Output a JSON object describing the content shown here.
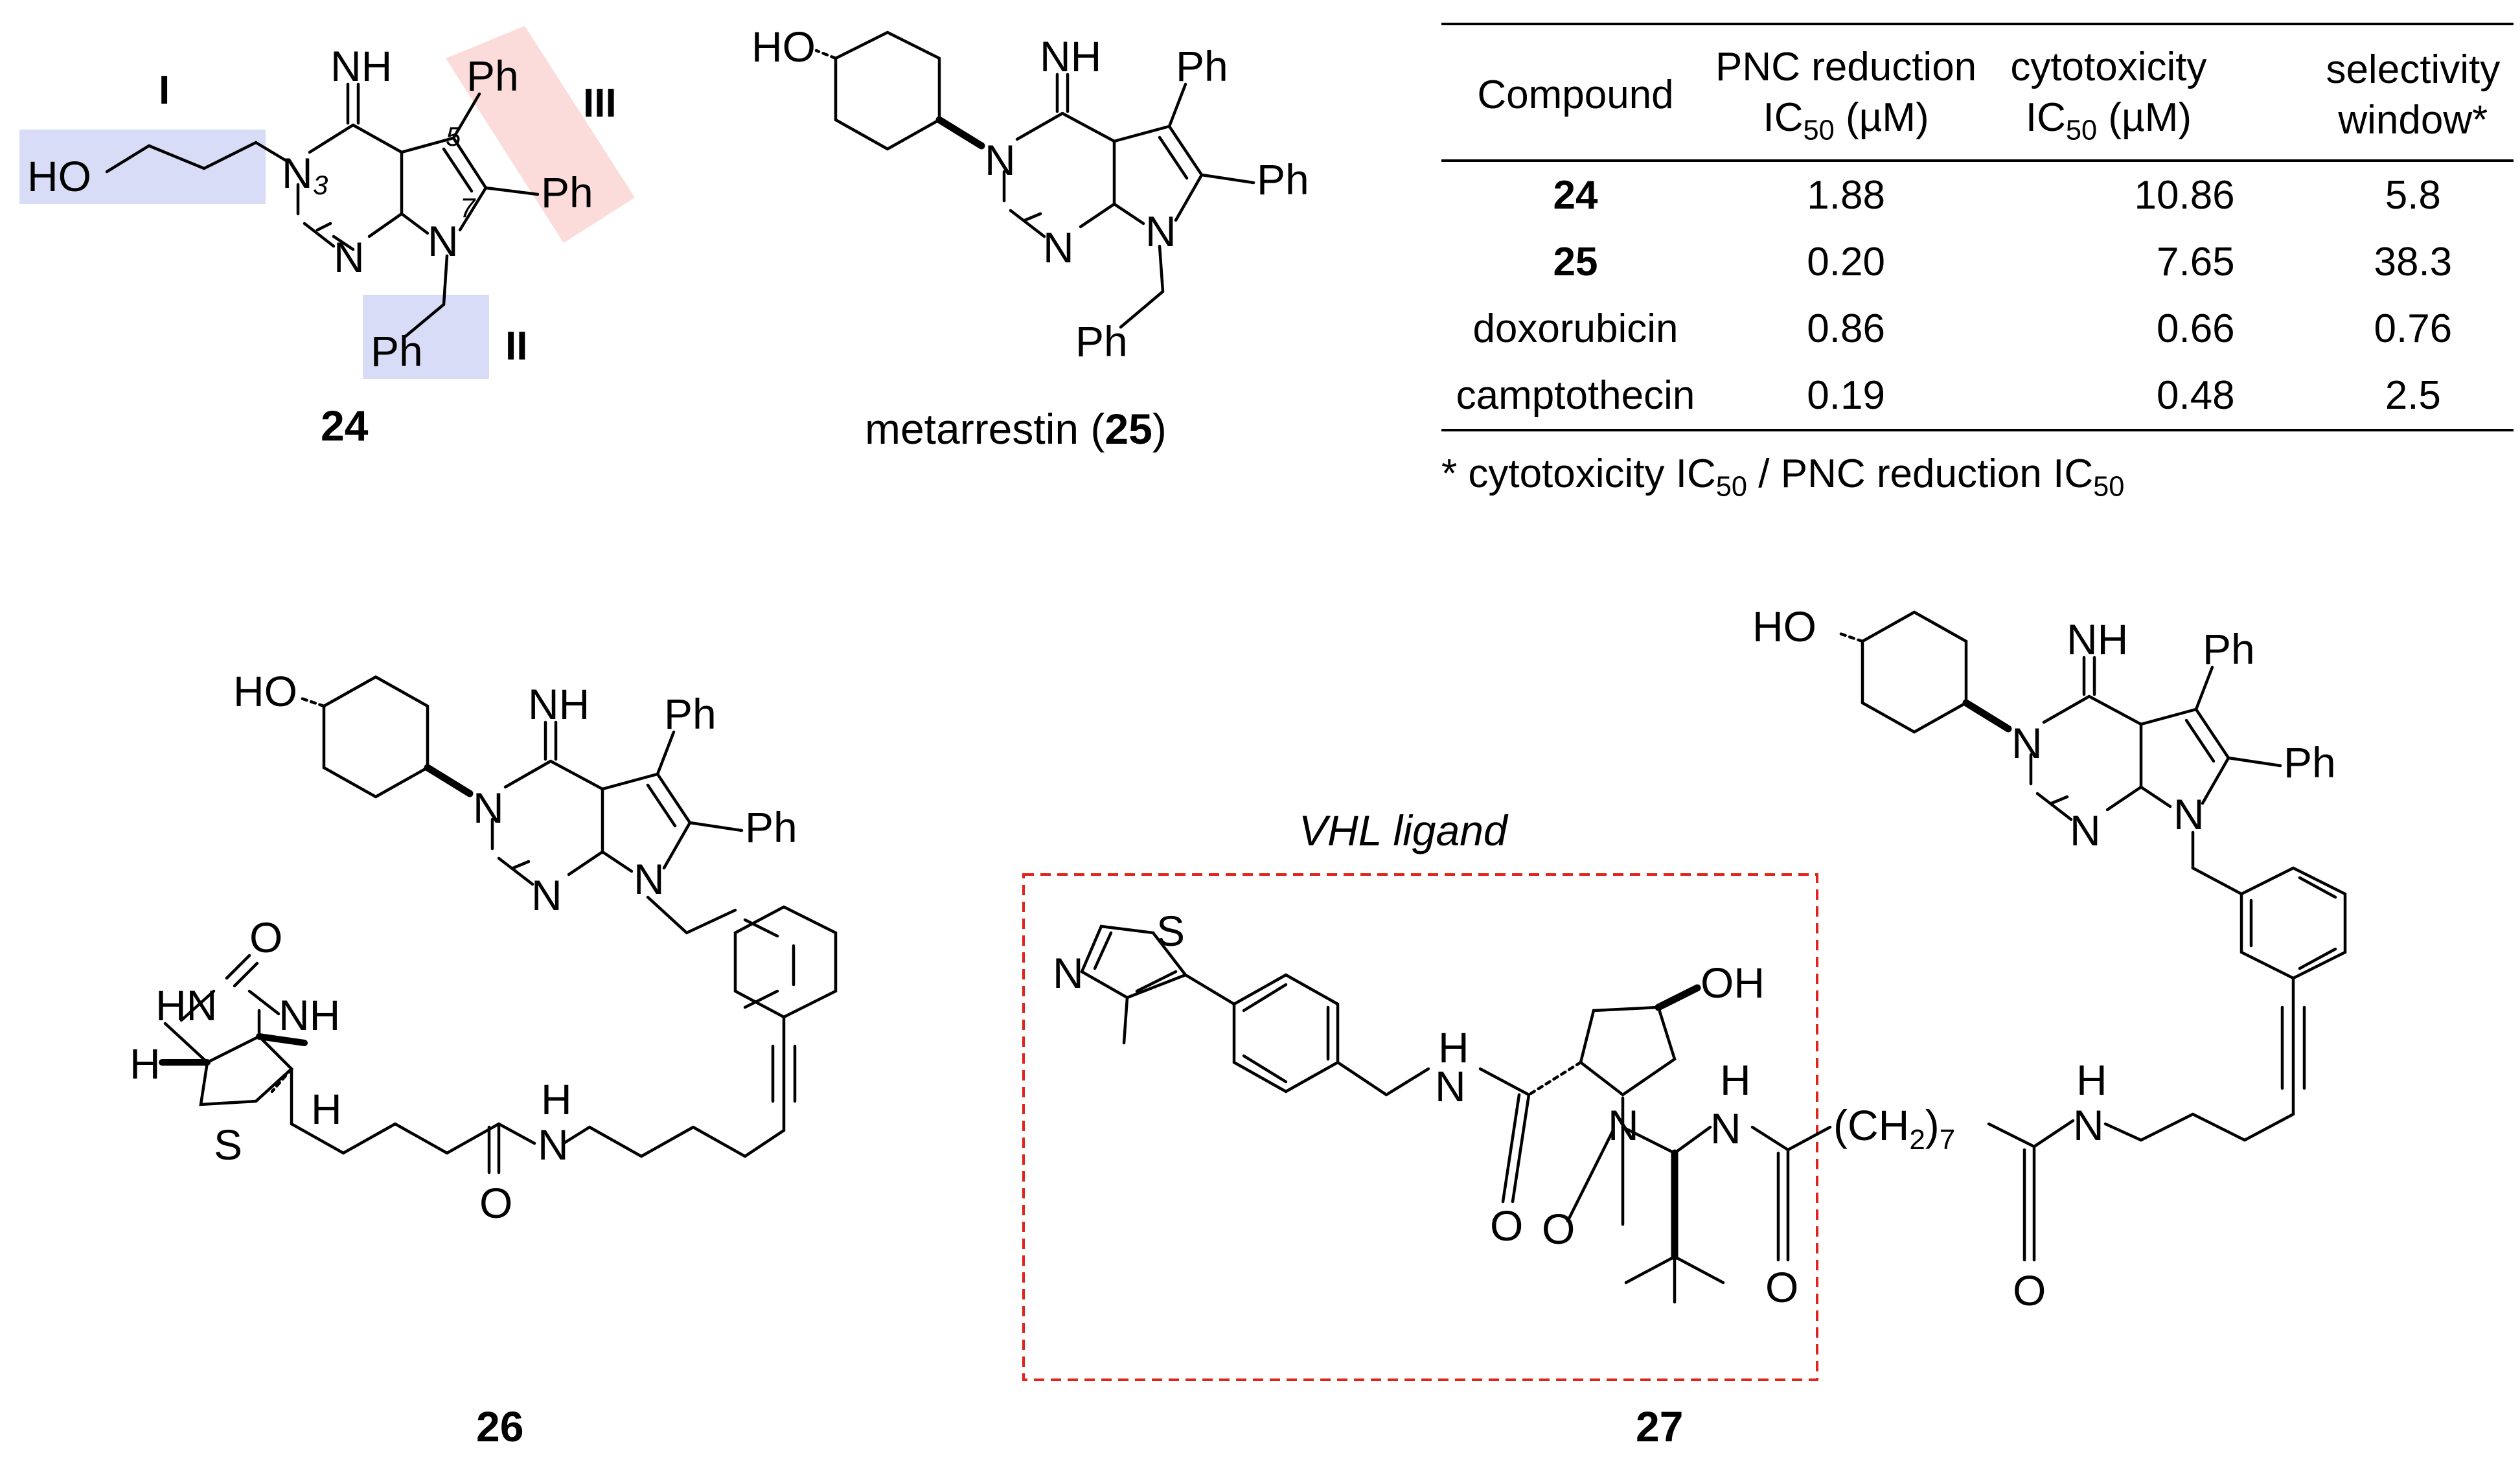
{
  "compound_24": {
    "label": "24",
    "region_I": "I",
    "region_II": "II",
    "region_III": "III",
    "ho": "HO",
    "nh": "NH",
    "ph_5": "Ph",
    "ph_6": "Ph",
    "n3": "N",
    "n3_num": "3",
    "n1": "N",
    "n7": "N",
    "pos5": "5",
    "pos7": "7",
    "ph_benzyl": "Ph",
    "colors": {
      "blue_highlight": "#d9dcf7",
      "red_highlight": "#fbdcdb"
    }
  },
  "compound_25": {
    "name": "metarrestin (",
    "num": "25",
    "close": ")",
    "ho": "HO",
    "nh": "NH",
    "ph_a": "Ph",
    "ph_b": "Ph",
    "ph_benzyl": "Ph",
    "n3": "N",
    "n1": "N",
    "n7": "N"
  },
  "table": {
    "headers": {
      "compound": "Compound",
      "pnc_line1": "PNC reduction",
      "pnc_line2": "IC",
      "pnc_sub": "50",
      "pnc_unit": " (µM)",
      "cyto_line1": "cytotoxicity",
      "cyto_line2": "IC",
      "cyto_sub": "50",
      "cyto_unit": " (µM)",
      "sel_line1": "selectivity",
      "sel_line2": "window*"
    },
    "rows": [
      {
        "compound": "24",
        "pnc": "1.88",
        "cyto": "10.86",
        "sel": "5.8"
      },
      {
        "compound": "25",
        "pnc": "0.20",
        "cyto": "7.65",
        "sel": "38.3"
      },
      {
        "compound": "doxorubicin",
        "pnc": "0.86",
        "cyto": "0.66",
        "sel": "0.76"
      },
      {
        "compound": "camptothecin",
        "pnc": "0.19",
        "cyto": "0.48",
        "sel": "2.5"
      }
    ],
    "footnote": {
      "a": "* cytotoxicity IC",
      "b": "50",
      "c": " / PNC reduction IC",
      "d": "50"
    }
  },
  "compound_26": {
    "label": "26",
    "ho": "HO",
    "nh": "NH",
    "ph_a": "Ph",
    "ph_b": "Ph",
    "n3": "N",
    "n1": "N",
    "n7": "N",
    "o_urea": "O",
    "hn": "HN",
    "nh_b": "NH",
    "h_a": "H",
    "h_b": "H",
    "s": "S",
    "amide_n": "N",
    "amide_h": "H",
    "o_amide": "O"
  },
  "compound_27": {
    "label": "27",
    "vhl_caption": "VHL ligand",
    "vhl_box_color": "#e0241b",
    "ho": "HO",
    "nh": "NH",
    "ph_a": "Ph",
    "ph_b": "Ph",
    "n3": "N",
    "n1": "N",
    "n7": "N",
    "s": "S",
    "n_thiazole": "N",
    "amide1_n": "N",
    "amide1_h": "H",
    "o1": "O",
    "oh": "OH",
    "pyrrolidine_n": "N",
    "o2": "O",
    "amide2_n": "N",
    "amide2_h": "H",
    "o3": "O",
    "ch2_a": "(CH",
    "ch2_sub": "2",
    "ch2_b": ")",
    "ch2_n": "7",
    "o4": "O",
    "amide3_n": "N",
    "amide3_h": "H"
  }
}
